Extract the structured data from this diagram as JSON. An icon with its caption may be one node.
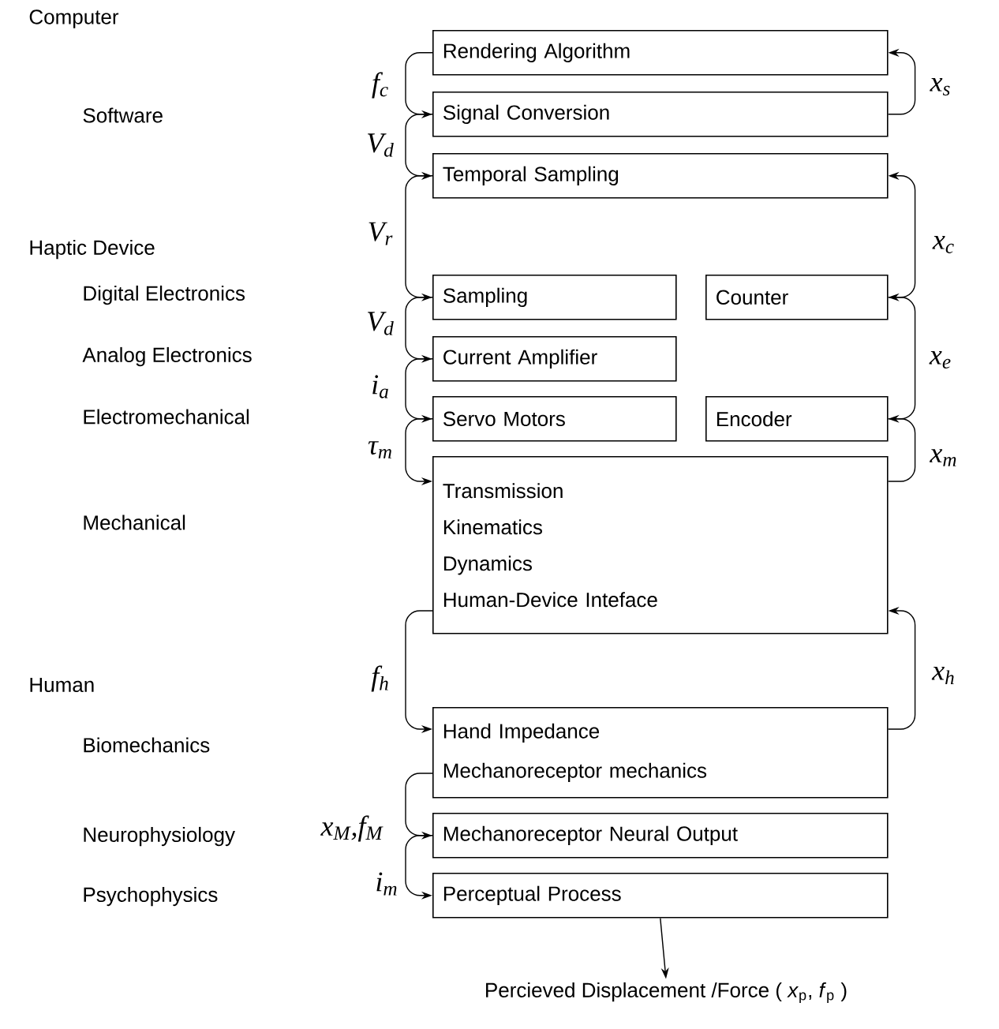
{
  "diagram": {
    "nodes": [
      {
        "text": [
          "Rendering Algorithm"
        ]
      },
      {
        "text": [
          "Signal Conversion"
        ]
      },
      {
        "text": [
          "Temporal Sampling"
        ]
      },
      {
        "text": [
          "Sampling"
        ]
      },
      {
        "text": [
          "Counter"
        ]
      },
      {
        "text": [
          "Current Amplifier"
        ]
      },
      {
        "text": [
          "Servo Motors"
        ]
      },
      {
        "text": [
          "Encoder"
        ]
      },
      {
        "text": [
          "Transmission",
          "Kinematics",
          "Dynamics",
          "Human-Device Inteface"
        ]
      },
      {
        "text": [
          "Hand Impedance",
          "Mechanoreceptor mechanics"
        ]
      },
      {
        "text": [
          "Mechanoreceptor Neural Output"
        ]
      },
      {
        "text": [
          "Perceptual Process"
        ]
      },
      {
        "text": [
          "Percieved Displacement /Force ( *x*$_{p}$, *f*$_{p}$ )"
        ]
      }
    ],
    "edges": [
      {
        "from": 0,
        "to": 1,
        "arrow": "to",
        "label": "f$_{c}$"
      },
      {
        "from": 1,
        "to": 2,
        "arrow": "to",
        "label": "V$_{d}$"
      },
      {
        "from": 2,
        "to": 3,
        "arrow": "to",
        "label": "V$_{r}$"
      },
      {
        "from": 3,
        "to": 5,
        "arrow": "to",
        "label": "V$_{d}$"
      },
      {
        "from": 5,
        "to": 6,
        "arrow": "to",
        "label": "i$_{a}$"
      },
      {
        "from": 6,
        "to": 8,
        "arrow": "to",
        "label": "τ$_{m}$"
      },
      {
        "from": 8,
        "to": 9,
        "arrow": "to",
        "label": "f$_{h}$"
      },
      {
        "from": 9,
        "to": 10,
        "arrow": "to",
        "label": "x$_{M}$,f$_{M}$"
      },
      {
        "from": 10,
        "to": 11,
        "arrow": "to",
        "label": "i$_{m}$"
      },
      {
        "from": 11,
        "to": 12,
        "arrow": "to"
      },
      {
        "from": 1,
        "to": 0,
        "arrow": "to",
        "label": "x$_{s}$"
      },
      {
        "from": 4,
        "to": 2,
        "arrow": "to",
        "label": "x$_{c}$"
      },
      {
        "from": 7,
        "to": 4,
        "arrow": "to",
        "label": "x$_{e}$"
      },
      {
        "from": 8,
        "to": 7,
        "arrow": "to",
        "label": "x$_{m}$"
      },
      {
        "from": 9,
        "to": 8,
        "arrow": "to",
        "label": "x$_{h}$"
      }
    ],
    "labels": [
      "Computer",
      "Software",
      "Haptic Device",
      "Digital Electronics",
      "Analog Electronics",
      "Electromechanical",
      "Mechanical",
      "Human",
      "Biomechanics",
      "Neurophysiology",
      "Psychophysics"
    ]
  }
}
